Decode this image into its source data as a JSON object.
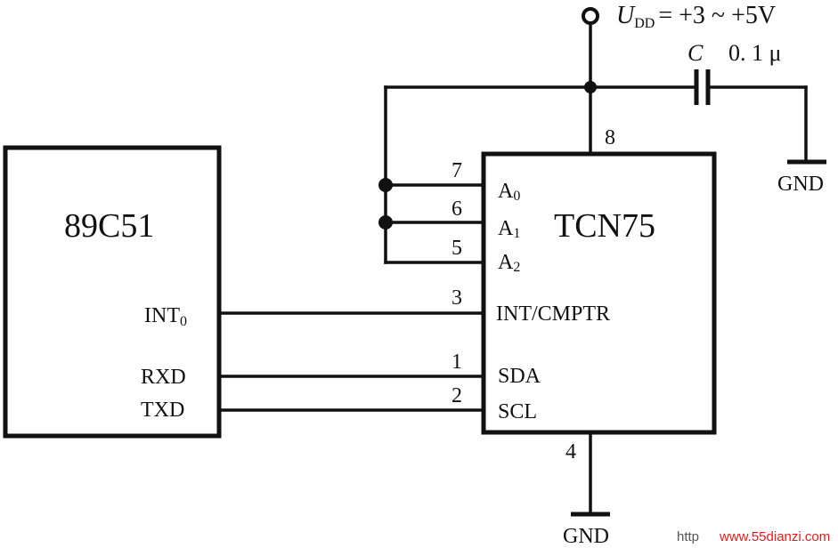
{
  "mcu": {
    "name": "89C51",
    "pins": {
      "int0": "INT",
      "int0_sub": "0",
      "rxd": "RXD",
      "txd": "TXD"
    }
  },
  "sensor": {
    "name": "TCN75",
    "pins": {
      "a0": "A",
      "a0_sub": "0",
      "a1": "A",
      "a1_sub": "1",
      "a2": "A",
      "a2_sub": "2",
      "int_cmptr": "INT/CMPTR",
      "sda": "SDA",
      "scl": "SCL"
    },
    "pin_numbers": {
      "vdd": "8",
      "a0": "7",
      "a1": "6",
      "a2": "5",
      "int_cmptr": "3",
      "sda": "1",
      "scl": "2",
      "gnd": "4"
    }
  },
  "supply": {
    "symbol": "U",
    "symbol_sub": "DD",
    "value": "= +3 ~ +5V"
  },
  "capacitor": {
    "symbol": "C",
    "value": "0. 1 μ"
  },
  "ground_labels": {
    "cap": "GND",
    "sensor": "GND"
  },
  "watermark": {
    "prefix": "http",
    "site": "www.55dianzi.com"
  },
  "colors": {
    "ink": "#111111",
    "watermark": "#e31a1a"
  }
}
